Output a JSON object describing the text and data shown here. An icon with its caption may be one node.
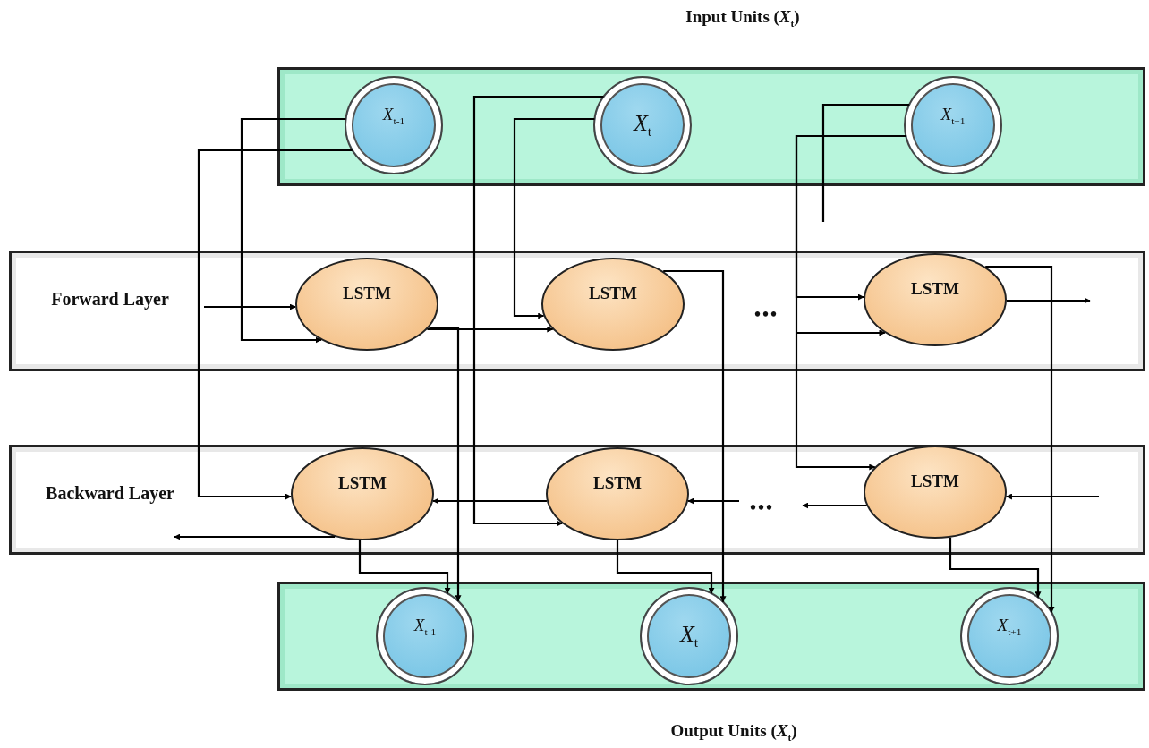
{
  "diagram": {
    "nodes": [
      {
        "text": [],
        "shape": "box"
      },
      {
        "text": [
          "*X*$_{t-1}$"
        ],
        "in": 0
      },
      {
        "text": [
          "*X*$_{t}$"
        ],
        "in": 0
      },
      {
        "text": [
          "*X*$_{t+1}$"
        ],
        "in": 0
      },
      {
        "text": [
          "Forward Layer"
        ]
      },
      {
        "text": [
          "LSTM"
        ],
        "in": 4
      },
      {
        "text": [
          "LSTM"
        ],
        "in": 4
      },
      {
        "text": [
          "LSTM"
        ],
        "in": 4
      },
      {
        "text": [
          "Backward Layer"
        ]
      },
      {
        "text": [
          "LSTM"
        ],
        "in": 8
      },
      {
        "text": [
          "LSTM"
        ],
        "in": 8
      },
      {
        "text": [
          "LSTM"
        ],
        "in": 8
      },
      {
        "text": [],
        "shape": "box"
      },
      {
        "text": [
          "*X*$_{t-1}$"
        ],
        "in": 12
      },
      {
        "text": [
          "*X*$_{t}$"
        ],
        "in": 12
      },
      {
        "text": [
          "*X*$_{t+1}$"
        ],
        "in": 12
      }
    ],
    "edges": [
      {
        "from": 1,
        "to": 5,
        "arrow": "to"
      },
      {
        "from": 1,
        "to": 9,
        "arrow": "to"
      },
      {
        "from": 2,
        "to": 6,
        "arrow": "to"
      },
      {
        "from": 2,
        "to": 10,
        "arrow": "to"
      },
      {
        "from": 3,
        "to": 7,
        "arrow": "to"
      },
      {
        "from": 3,
        "to": 11,
        "arrow": "to"
      },
      {
        "from": 3,
        "to": null,
        "arrow": "none"
      },
      {
        "from": null,
        "to": 5,
        "arrow": "to"
      },
      {
        "from": 5,
        "to": 6,
        "arrow": "to"
      },
      {
        "from": 5,
        "to": 13,
        "arrow": "to"
      },
      {
        "from": 6,
        "to": 14,
        "arrow": "to"
      },
      {
        "from": 7,
        "to": 15,
        "arrow": "to"
      },
      {
        "from": 7,
        "to": null,
        "arrow": "to"
      },
      {
        "from": null,
        "to": 7,
        "arrow": "to"
      },
      {
        "from": null,
        "to": 11,
        "arrow": "to"
      },
      {
        "from": 11,
        "to": null,
        "arrow": "to"
      },
      {
        "from": null,
        "to": 10,
        "arrow": "to"
      },
      {
        "from": 10,
        "to": 9,
        "arrow": "to"
      },
      {
        "from": 9,
        "to": null,
        "arrow": "to"
      },
      {
        "from": 9,
        "to": 13,
        "arrow": "to"
      },
      {
        "from": 10,
        "to": 14,
        "arrow": "to"
      },
      {
        "from": 11,
        "to": 15,
        "arrow": "to"
      }
    ],
    "labels": [
      "Input Units (*X*$_{t}$)",
      "•••",
      "•••",
      "Output Units (*X*$_{t}$)"
    ]
  }
}
